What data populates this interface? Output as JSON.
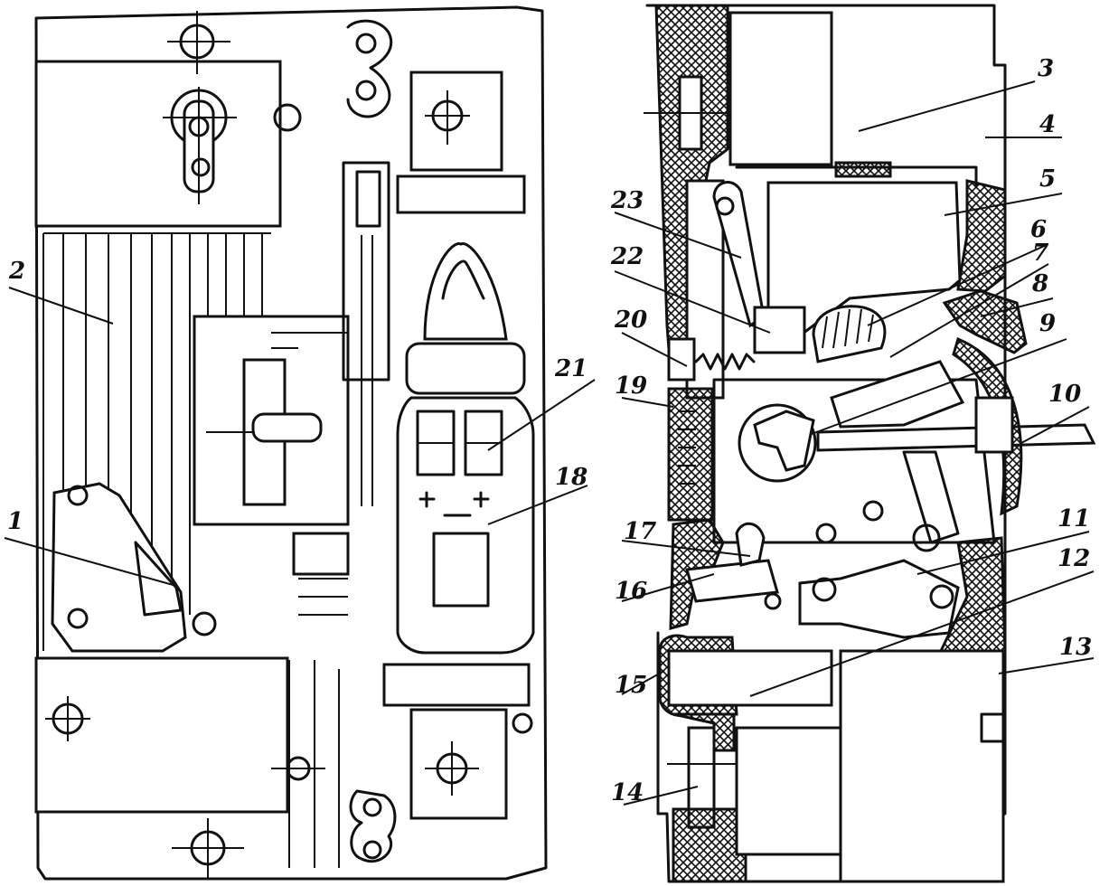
{
  "callouts": [
    {
      "id": "1",
      "text": "1"
    },
    {
      "id": "2",
      "text": "2"
    },
    {
      "id": "3",
      "text": "3"
    },
    {
      "id": "4",
      "text": "4"
    },
    {
      "id": "5",
      "text": "5"
    },
    {
      "id": "6",
      "text": "6"
    },
    {
      "id": "7",
      "text": "7"
    },
    {
      "id": "8",
      "text": "8"
    },
    {
      "id": "9",
      "text": "9"
    },
    {
      "id": "10",
      "text": "10"
    },
    {
      "id": "11",
      "text": "11"
    },
    {
      "id": "12",
      "text": "12"
    },
    {
      "id": "13",
      "text": "13"
    },
    {
      "id": "14",
      "text": "14"
    },
    {
      "id": "15",
      "text": "15"
    },
    {
      "id": "16",
      "text": "16"
    },
    {
      "id": "17",
      "text": "17"
    },
    {
      "id": "18",
      "text": "18"
    },
    {
      "id": "19",
      "text": "19"
    },
    {
      "id": "20",
      "text": "20"
    },
    {
      "id": "21",
      "text": "21"
    },
    {
      "id": "22",
      "text": "22"
    },
    {
      "id": "23",
      "text": "23"
    }
  ],
  "ink_color": "#111111",
  "paper_color": "#ffffff"
}
